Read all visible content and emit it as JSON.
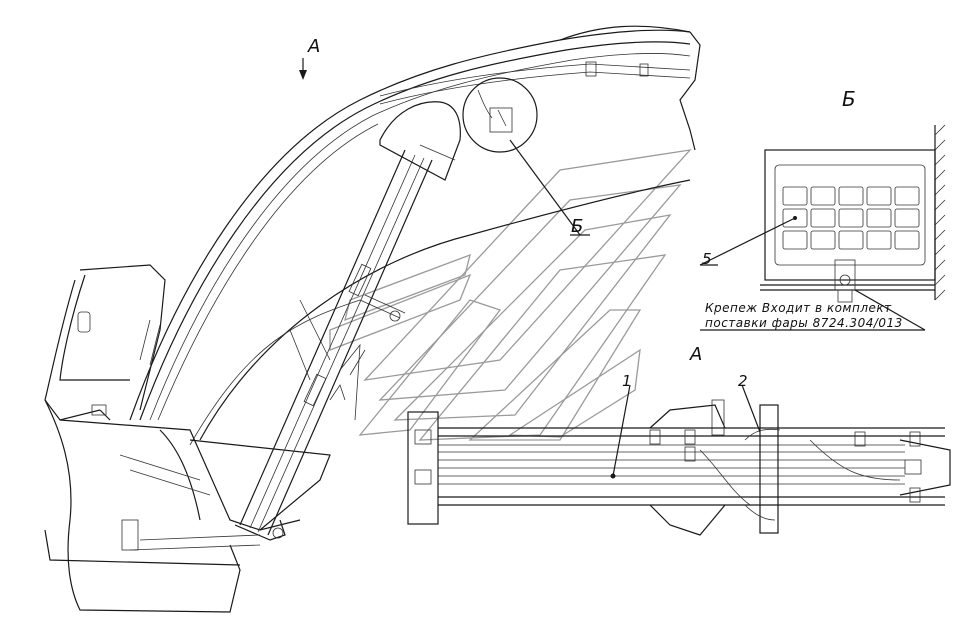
{
  "labels": {
    "view_a_arrow": "А",
    "view_b_leader": "Б",
    "view_b_title": "Б",
    "view_a_title": "А",
    "pos_1": "1",
    "pos_2": "2",
    "pos_5": "5"
  },
  "note": {
    "line1": "Крепеж Входит в комплект",
    "line2": "поставки фары 8724.304/013"
  }
}
